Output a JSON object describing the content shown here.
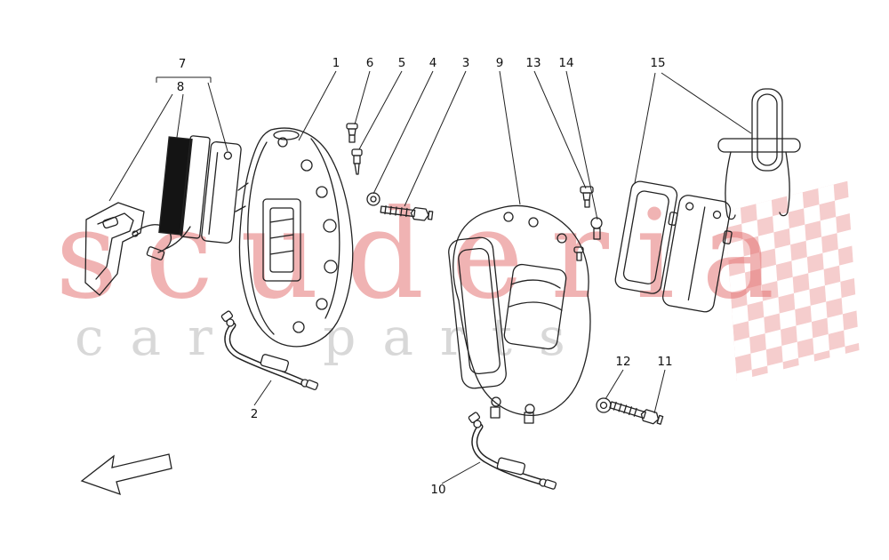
{
  "watermark": {
    "brand": "scuderia",
    "tagline": "car parts"
  },
  "colors": {
    "line": "#222222",
    "watermark_red": "#e06060",
    "watermark_gray": "#b2b2b2",
    "flag_pink": "#e26c6c",
    "pad_friction_fill": "#141414",
    "background": "#ffffff"
  },
  "callouts": {
    "c1": "1",
    "c2": "2",
    "c3": "3",
    "c4": "4",
    "c5": "5",
    "c6": "6",
    "c7": "7",
    "c8": "8",
    "c9": "9",
    "c10": "10",
    "c11": "11",
    "c12": "12",
    "c13": "13",
    "c14": "14",
    "c15": "15"
  }
}
